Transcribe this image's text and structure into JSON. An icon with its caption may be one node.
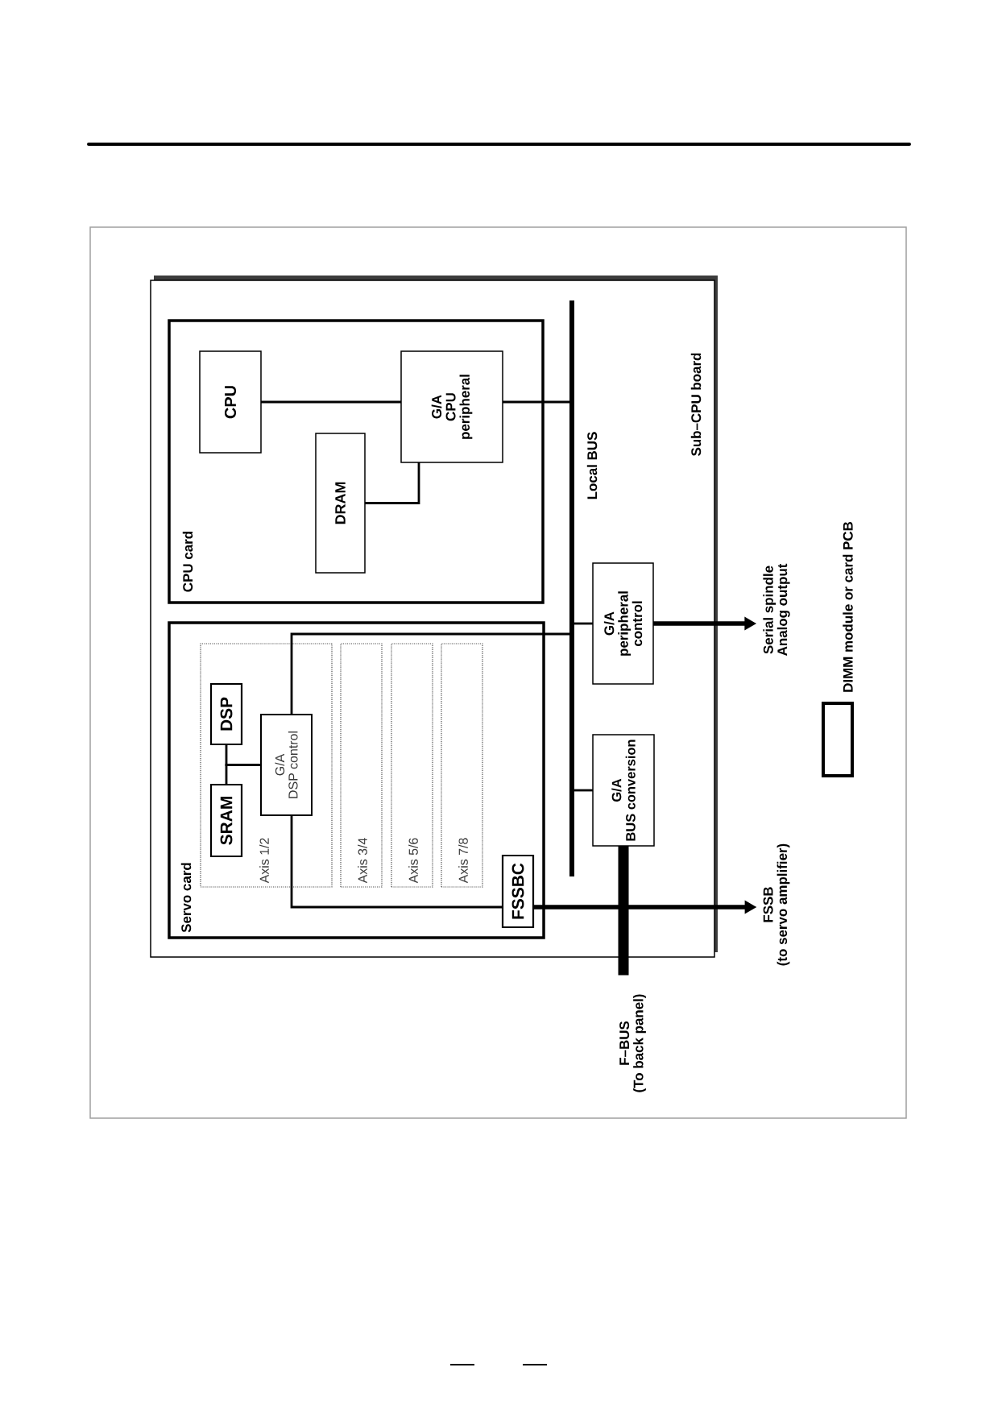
{
  "diagram": {
    "nodes": [
      {
        "text": [
          "Sub–CPU board"
        ]
      },
      {
        "text": [
          "CPU card"
        ],
        "in": 0
      },
      {
        "text": [
          "CPU"
        ],
        "in": 1
      },
      {
        "text": [
          "DRAM"
        ],
        "in": 1
      },
      {
        "text": [
          "G/A CPU peripheral"
        ],
        "in": 1
      },
      {
        "text": [
          "Servo card"
        ],
        "in": 0
      },
      {
        "text": [
          "Axis 1/2"
        ],
        "in": 5
      },
      {
        "text": [
          "DSP"
        ],
        "in": 6
      },
      {
        "text": [
          "SRAM"
        ],
        "in": 6
      },
      {
        "text": [
          "G/A DSP control"
        ],
        "in": 6
      },
      {
        "text": [
          "Axis 3/4"
        ],
        "in": 5
      },
      {
        "text": [
          "Axis 5/6"
        ],
        "in": 5
      },
      {
        "text": [
          "Axis 7/8"
        ],
        "in": 5
      },
      {
        "text": [
          "FSSBC"
        ],
        "in": 5
      },
      {
        "text": [
          "Local BUS"
        ],
        "in": 0
      },
      {
        "text": [
          "G/A peripheral control"
        ],
        "in": 0
      },
      {
        "text": [
          "G/A BUS conversion"
        ],
        "in": 0
      },
      {
        "text": [
          "Serial spindle Analog output"
        ]
      },
      {
        "text": [
          "FSSB (to servo amplifier)"
        ]
      },
      {
        "text": [
          "F–BUS (To back panel)"
        ]
      }
    ],
    "edges": [
      {
        "from": 2,
        "to": 4,
        "arrow": "none"
      },
      {
        "from": 3,
        "to": 4,
        "arrow": "none"
      },
      {
        "from": 4,
        "to": 14,
        "arrow": "none"
      },
      {
        "from": 9,
        "to": 7,
        "arrow": "none"
      },
      {
        "from": 9,
        "to": 8,
        "arrow": "none"
      },
      {
        "from": 9,
        "to": 14,
        "arrow": "none"
      },
      {
        "from": 9,
        "to": 13,
        "arrow": "none"
      },
      {
        "from": 14,
        "to": 15,
        "arrow": "none"
      },
      {
        "from": 14,
        "to": 16,
        "arrow": "none"
      },
      {
        "from": 15,
        "to": 17,
        "arrow": "to",
        "style": "thick"
      },
      {
        "from": 13,
        "to": 18,
        "arrow": "to",
        "style": "thick"
      },
      {
        "from": 16,
        "to": 19,
        "arrow": "none",
        "style": "thick"
      }
    ],
    "legend": [
      {
        "text": "DIMM module or card PCB"
      }
    ]
  }
}
